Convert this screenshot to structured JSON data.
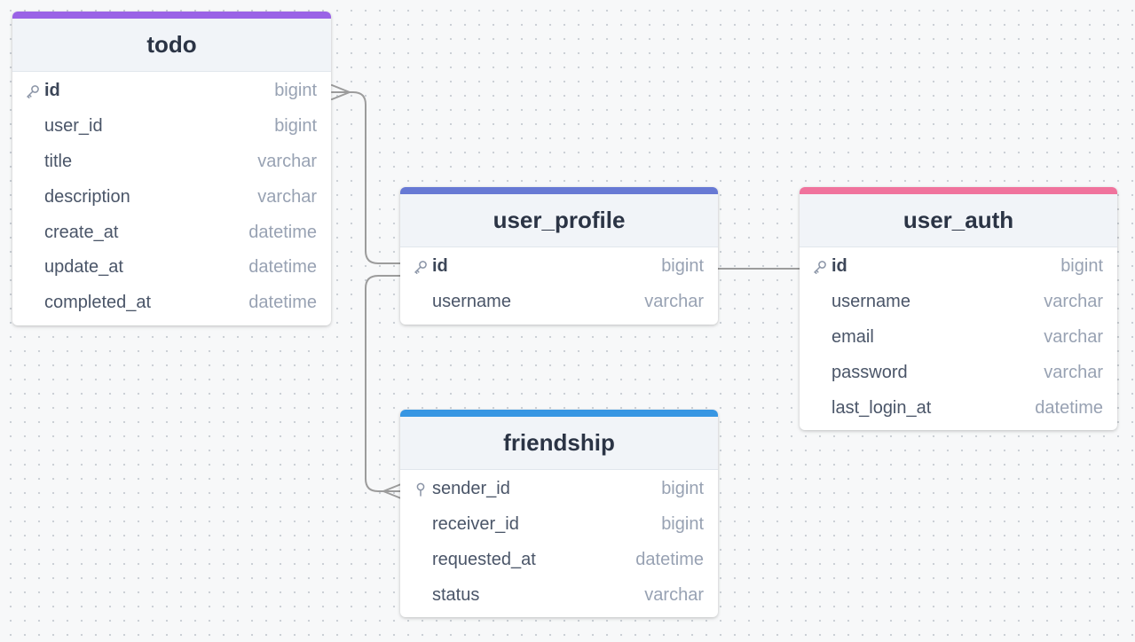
{
  "tables": {
    "todo": {
      "name": "todo",
      "accent": "#9a63e6",
      "columns": [
        {
          "name": "id",
          "type": "bigint",
          "key": "primary"
        },
        {
          "name": "user_id",
          "type": "bigint"
        },
        {
          "name": "title",
          "type": "varchar"
        },
        {
          "name": "description",
          "type": "varchar"
        },
        {
          "name": "create_at",
          "type": "datetime"
        },
        {
          "name": "update_at",
          "type": "datetime"
        },
        {
          "name": "completed_at",
          "type": "datetime"
        }
      ]
    },
    "user_profile": {
      "name": "user_profile",
      "accent": "#6779d4",
      "columns": [
        {
          "name": "id",
          "type": "bigint",
          "key": "primary"
        },
        {
          "name": "username",
          "type": "varchar"
        }
      ]
    },
    "user_auth": {
      "name": "user_auth",
      "accent": "#f0739d",
      "columns": [
        {
          "name": "id",
          "type": "bigint",
          "key": "primary"
        },
        {
          "name": "username",
          "type": "varchar"
        },
        {
          "name": "email",
          "type": "varchar"
        },
        {
          "name": "password",
          "type": "varchar"
        },
        {
          "name": "last_login_at",
          "type": "datetime"
        }
      ]
    },
    "friendship": {
      "name": "friendship",
      "accent": "#3796e3",
      "columns": [
        {
          "name": "sender_id",
          "type": "bigint",
          "key": "indexed"
        },
        {
          "name": "receiver_id",
          "type": "bigint"
        },
        {
          "name": "requested_at",
          "type": "datetime"
        },
        {
          "name": "status",
          "type": "varchar"
        }
      ]
    }
  },
  "relationships": [
    {
      "from": "user_profile.id",
      "to": "todo.id",
      "cardinality": "one-to-many"
    },
    {
      "from": "user_profile.id",
      "to": "user_auth.id",
      "cardinality": "one-to-one"
    },
    {
      "from": "user_profile.id",
      "to": "friendship.sender_id",
      "cardinality": "one-to-many"
    }
  ],
  "colors": {
    "canvas": "#f7f8f9",
    "connector": "#9c9c9c",
    "header_bg": "#f1f4f8",
    "title_text": "#2b3445"
  },
  "icons": {
    "primary_key": "key-icon",
    "indexed": "pin-icon"
  }
}
